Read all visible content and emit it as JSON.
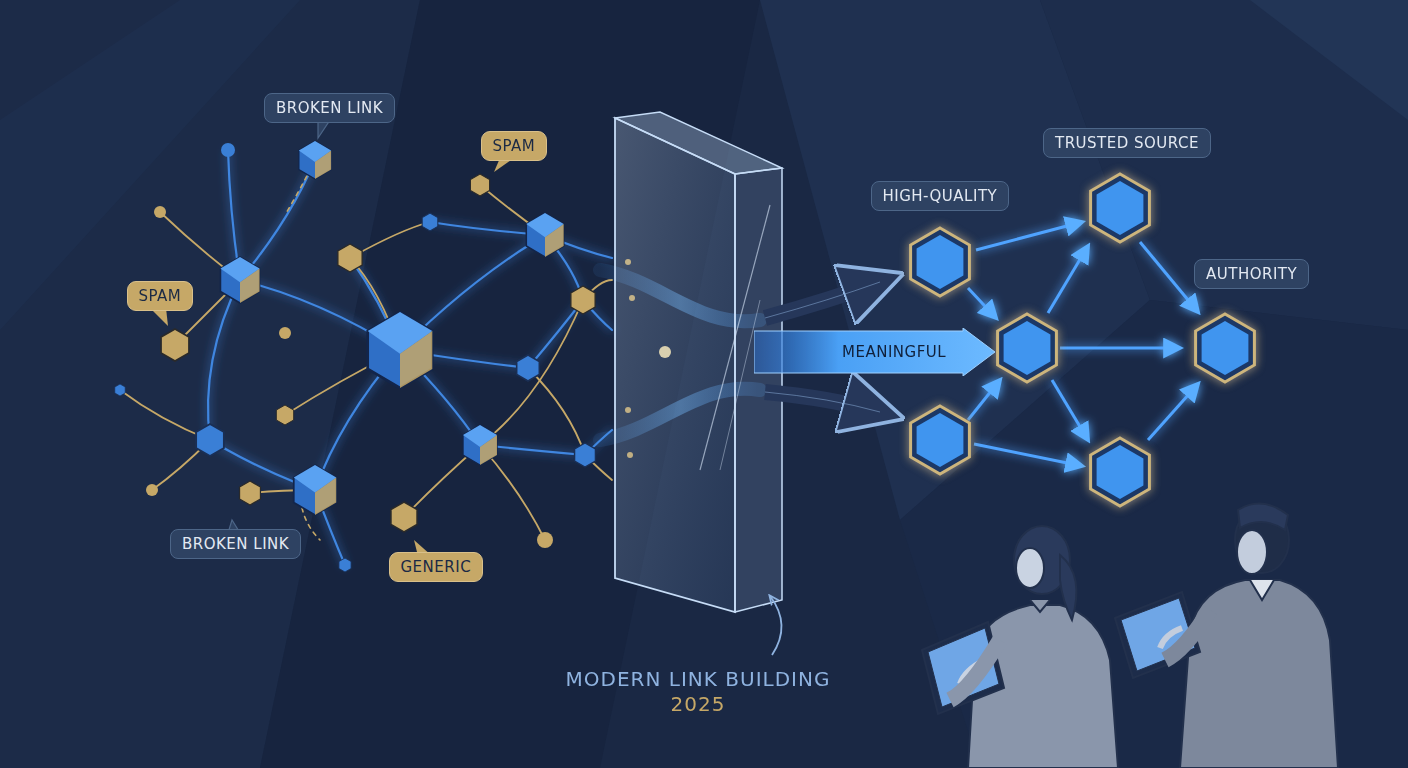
{
  "diagram": {
    "nodes": [
      {
        "text": [
          "BROKEN LINK"
        ]
      },
      {
        "text": [
          "SPAM"
        ]
      },
      {
        "text": [
          "TRUSTED SOURCE"
        ]
      },
      {
        "text": [
          "HIGH-QUALITY"
        ]
      },
      {
        "text": [
          "AUTHORITY"
        ]
      },
      {
        "text": [
          "SPAM"
        ]
      },
      {
        "text": [
          "MEANINGFUL"
        ]
      },
      {
        "text": [
          "BROKEN LINK"
        ]
      },
      {
        "text": [
          "GENERIC"
        ]
      }
    ],
    "labels": [
      "MODERN LINK BUILDING",
      "2025"
    ]
  }
}
